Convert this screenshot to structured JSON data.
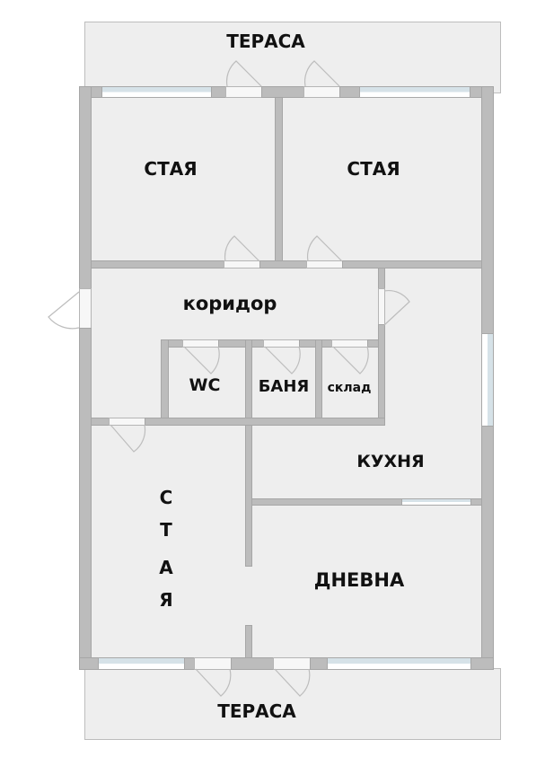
{
  "plan": {
    "rooms": {
      "terrace_top": "ТЕРАСА",
      "room_top_left": "СТАЯ",
      "room_top_right": "СТАЯ",
      "corridor": "коридор",
      "wc": "WC",
      "bathroom": "БАНЯ",
      "storage": "склад",
      "kitchen": "КУХНЯ",
      "room_bottom_left": [
        "С",
        "Т",
        "А",
        "Я"
      ],
      "living_room": "ДНЕВНА",
      "terrace_bottom": "ТЕРАСА"
    },
    "colors": {
      "floor": "#eeeeee",
      "wall": "#bcbcbc",
      "window_glass": "#d6e2e8",
      "label": "#111111"
    }
  }
}
